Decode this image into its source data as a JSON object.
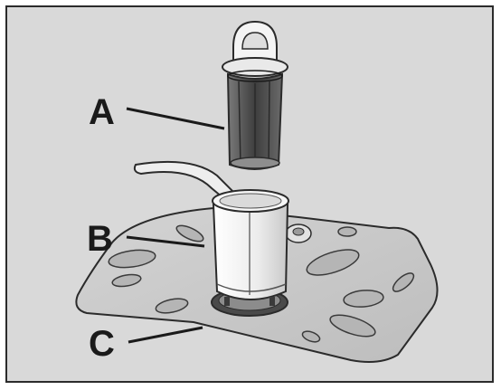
{
  "labels": {
    "a": "A",
    "b": "B",
    "c": "C"
  },
  "parts": {
    "a": "fine-filter-insert",
    "b": "coarse-filter-cup",
    "c": "filter-plate"
  },
  "colors": {
    "background": "#d9d9d9",
    "outline": "#2b2b2b",
    "plate": "#c8c8c8",
    "cup": "#ececec",
    "mesh": "#5a5a5a"
  }
}
